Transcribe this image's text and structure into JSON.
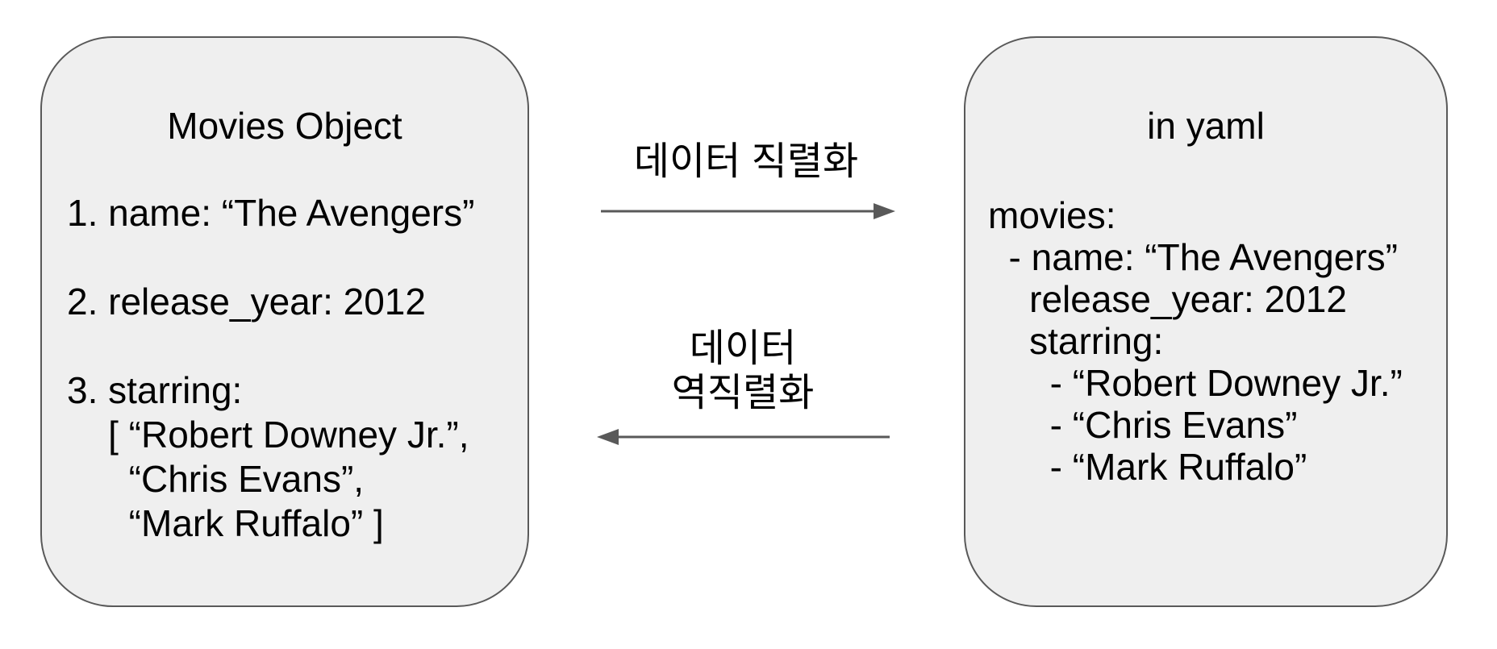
{
  "colors": {
    "bg": "#ffffff",
    "box_fill": "#efefef",
    "box_stroke": "#595959",
    "arrow": "#595959",
    "text": "#000000"
  },
  "left_box": {
    "title": "Movies Object",
    "lines": [
      "1. name: “The Avengers”",
      "",
      "2. release_year: 2012",
      "",
      "3. starring:",
      "    [ “Robert Downey Jr.”,",
      "      “Chris Evans”,",
      "      “Mark Ruffalo” ]"
    ]
  },
  "right_box": {
    "title": "in yaml",
    "lines": [
      "movies:",
      "  - name: “The Avengers”",
      "    release_year: 2012",
      "    starring:",
      "      - “Robert Downey Jr.”",
      "      - “Chris Evans”",
      "      - “Mark Ruffalo”"
    ]
  },
  "flow": {
    "serialize_label": "데이터 직렬화",
    "deserialize_label_lines": [
      "데이터",
      "역직렬화"
    ]
  }
}
